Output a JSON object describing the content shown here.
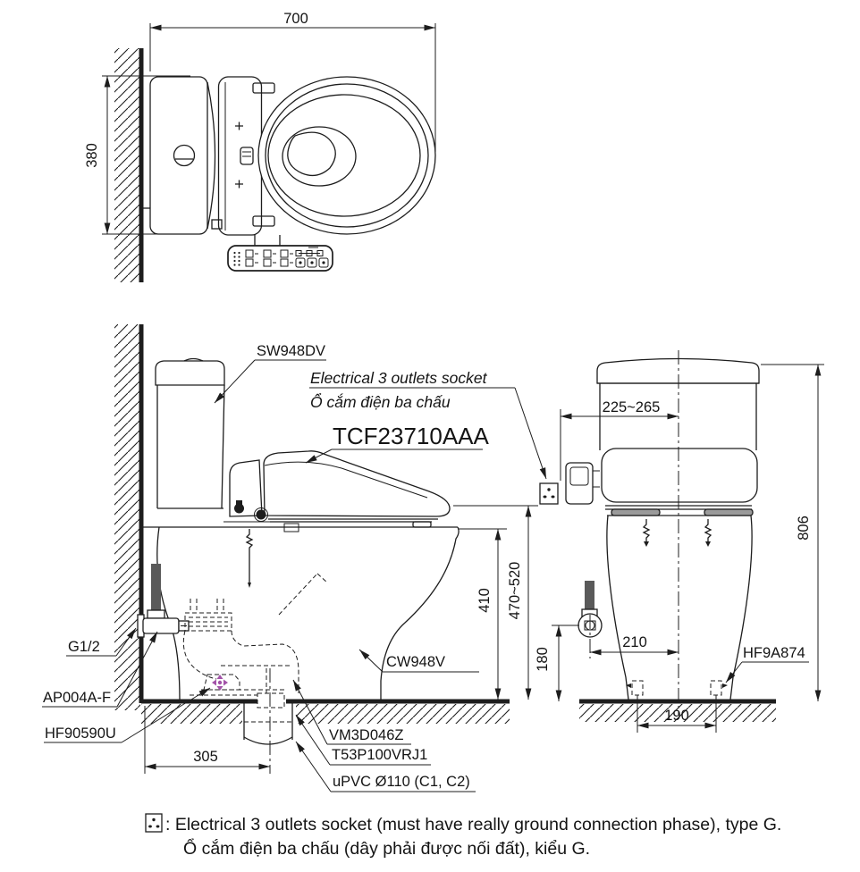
{
  "top_view": {
    "width": "700",
    "depth": "380"
  },
  "side_view": {
    "tank_label": "SW948DV",
    "socket_label_en": "Electrical 3 outlets socket",
    "socket_label_vi": "Ổ cắm điện ba chấu",
    "seat_label": "TCF23710AAA",
    "bowl_label": "CW948V",
    "supply_label": "G1/2",
    "stop_valve_label": "AP004A-F",
    "gasket_label": "HF90590U",
    "flange_label": "VM3D046Z",
    "joint_label": "T53P100VRJ1",
    "pipe_label": "uPVC Ø110 (C1, C2)",
    "rough_in": "305",
    "rim_height": "410",
    "seat_top_height": "470~520"
  },
  "rear_view": {
    "bolt_label": "HF9A874",
    "socket_offset": "225~265",
    "overall_height": "806",
    "valve_height": "180",
    "valve_offset": "210",
    "bolt_pitch": "190"
  },
  "footnote": {
    "en": ": Electrical 3 outlets socket (must have really ground connection phase), type G.",
    "vi": "Ổ cắm điện ba chấu (dây phải được nối đất), kiểu G."
  },
  "colors": {
    "line": "#1d1d1d",
    "accent_marker": "#a252a8",
    "background": "#ffffff"
  }
}
